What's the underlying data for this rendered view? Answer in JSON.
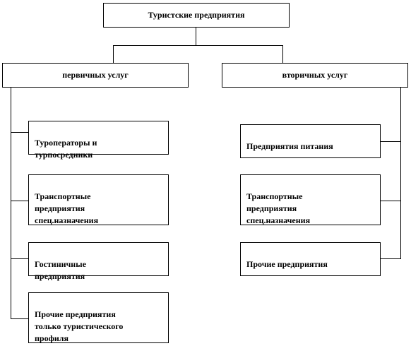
{
  "root": {
    "label": "Туристские предприятия"
  },
  "branches": [
    {
      "label": "первичных услуг",
      "items": [
        {
          "label": "Туроператоры и\nтурпосредники"
        },
        {
          "label": "Транспортные\nпредприятия\nспец.назначения"
        },
        {
          "label": "Гостиничные\nпредприятия"
        },
        {
          "label": "Прочие предприятия\nтолько туристического\nпрофиля"
        }
      ]
    },
    {
      "label": "вторичных услуг",
      "items": [
        {
          "label": "Предприятия питания"
        },
        {
          "label": "Транспортные\nпредприятия\nспец.назначения"
        },
        {
          "label": "Прочие предприятия"
        }
      ]
    }
  ]
}
